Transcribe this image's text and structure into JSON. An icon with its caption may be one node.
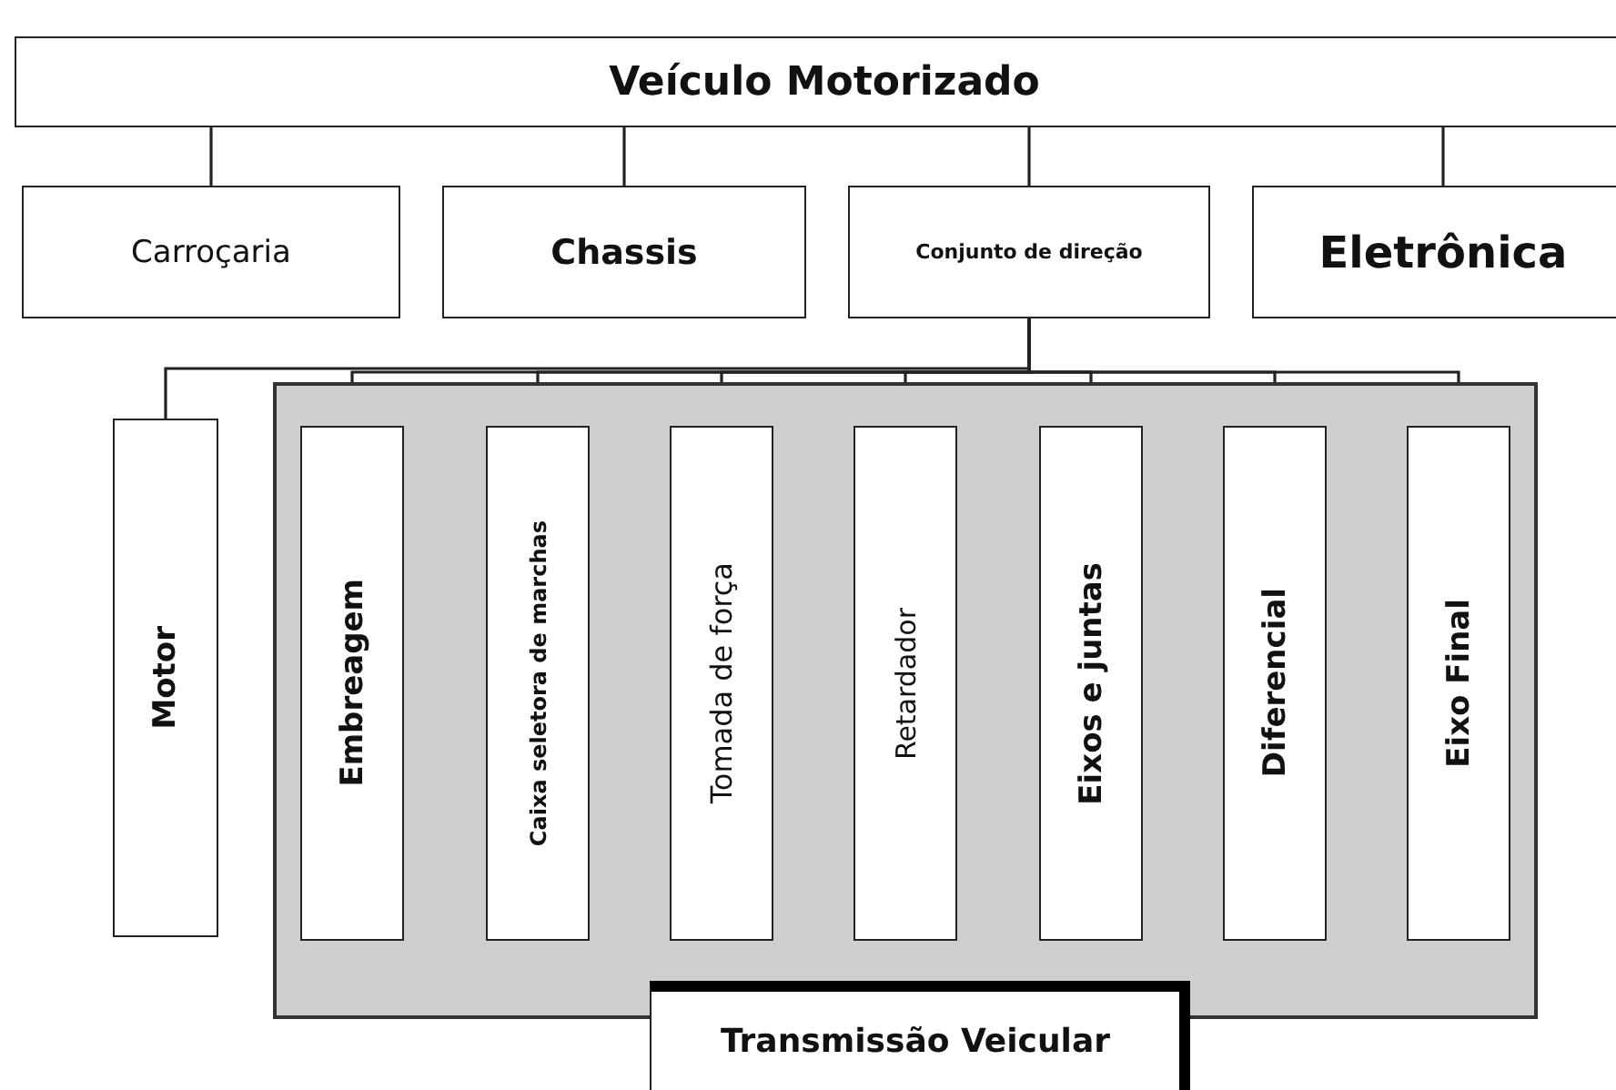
{
  "diagram": {
    "nodes": [
      {
        "text": [
          "Veículo Motorizado"
        ]
      },
      {
        "text": [
          "Carroçaria"
        ]
      },
      {
        "text": [
          "Chassis"
        ]
      },
      {
        "text": [
          "Conjunto de direção"
        ]
      },
      {
        "text": [
          "Eletrônica"
        ]
      },
      {
        "text": [
          "Motor"
        ]
      },
      {
        "text": [
          "Transmissão Veicular"
        ]
      },
      {
        "text": [
          "Embreagem"
        ],
        "in": 6
      },
      {
        "text": [
          "Caixa seletora de marchas"
        ],
        "in": 6
      },
      {
        "text": [
          "Tomada de força"
        ],
        "in": 6
      },
      {
        "text": [
          "Retardador"
        ],
        "in": 6
      },
      {
        "text": [
          "Eixos e juntas"
        ],
        "in": 6
      },
      {
        "text": [
          "Diferencial"
        ],
        "in": 6
      },
      {
        "text": [
          "Eixo Final"
        ],
        "in": 6
      }
    ],
    "edges": [
      {
        "from": 0,
        "to": 1,
        "arrow": "none"
      },
      {
        "from": 0,
        "to": 2,
        "arrow": "none"
      },
      {
        "from": 0,
        "to": 3,
        "arrow": "none"
      },
      {
        "from": 0,
        "to": 4,
        "arrow": "none"
      },
      {
        "from": 3,
        "to": 5,
        "arrow": "none"
      },
      {
        "from": 3,
        "to": 7,
        "arrow": "none"
      },
      {
        "from": 3,
        "to": 8,
        "arrow": "none"
      },
      {
        "from": 3,
        "to": 9,
        "arrow": "none"
      },
      {
        "from": 3,
        "to": 10,
        "arrow": "none"
      },
      {
        "from": 3,
        "to": 11,
        "arrow": "none"
      },
      {
        "from": 3,
        "to": 12,
        "arrow": "none"
      },
      {
        "from": 3,
        "to": 13,
        "arrow": "none"
      }
    ]
  }
}
